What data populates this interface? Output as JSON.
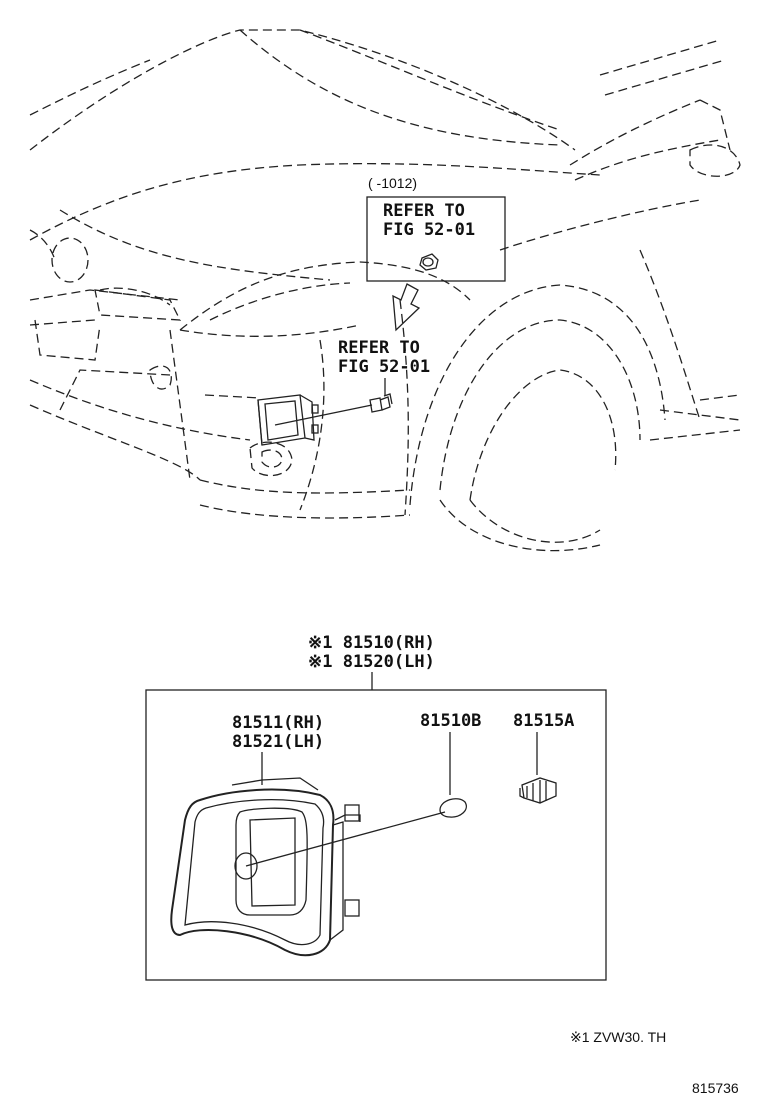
{
  "upper": {
    "range_note": "(    -1012)",
    "refer_box_line1": "REFER TO",
    "refer_box_line2": "FIG 52-01",
    "refer_bolt_line1": "REFER TO",
    "refer_bolt_line2": "FIG 52-01"
  },
  "assembly": {
    "line1": "※1 81510(RH)",
    "line2": "※1 81520(LH)"
  },
  "parts": {
    "housing_line1": "81511(RH)",
    "housing_line2": "81521(LH)",
    "bulb": "81510B",
    "socket": "81515A"
  },
  "footnote": "※1 ZVW30. TH",
  "figure_number": "815736"
}
